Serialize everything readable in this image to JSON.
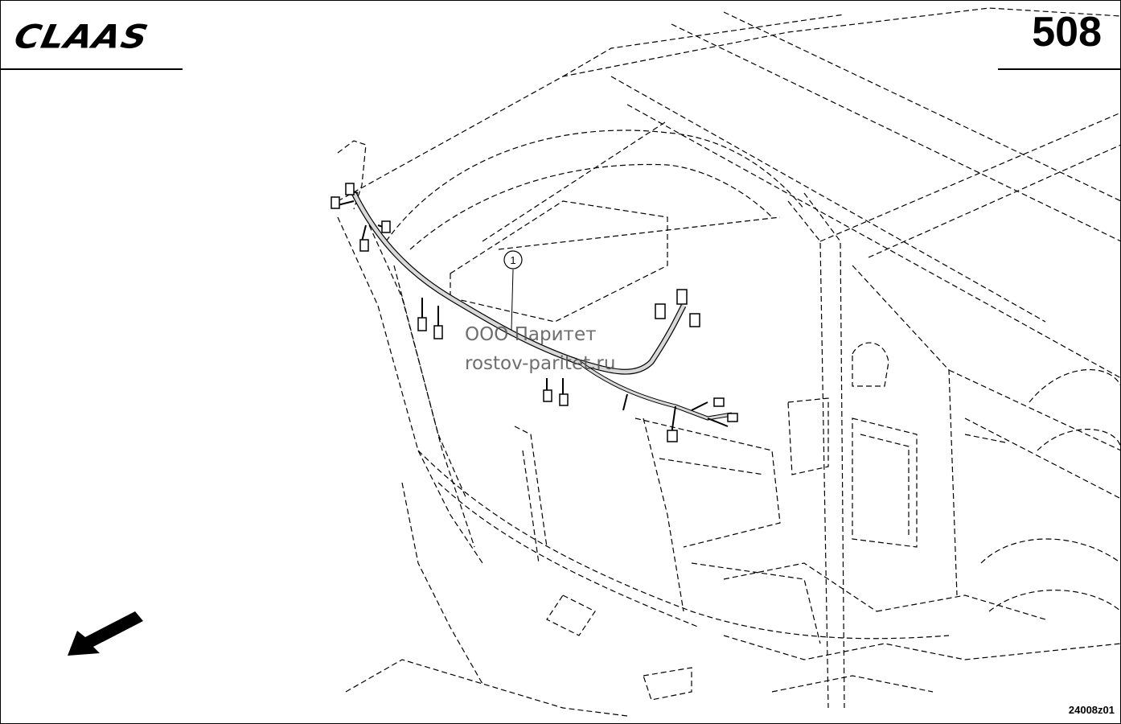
{
  "header": {
    "logo_text": "CLAAS",
    "page_number": "508"
  },
  "callout": {
    "label": "1"
  },
  "watermark": {
    "line1": "ООО Паритет",
    "line2": "rostov-paritet.ru"
  },
  "footer": {
    "drawing_code": "24008z01"
  },
  "icons": {
    "direction_arrow": "arrow-down-left-icon"
  },
  "colors": {
    "ink": "#000000",
    "background": "#ffffff",
    "watermark": "#555555"
  }
}
